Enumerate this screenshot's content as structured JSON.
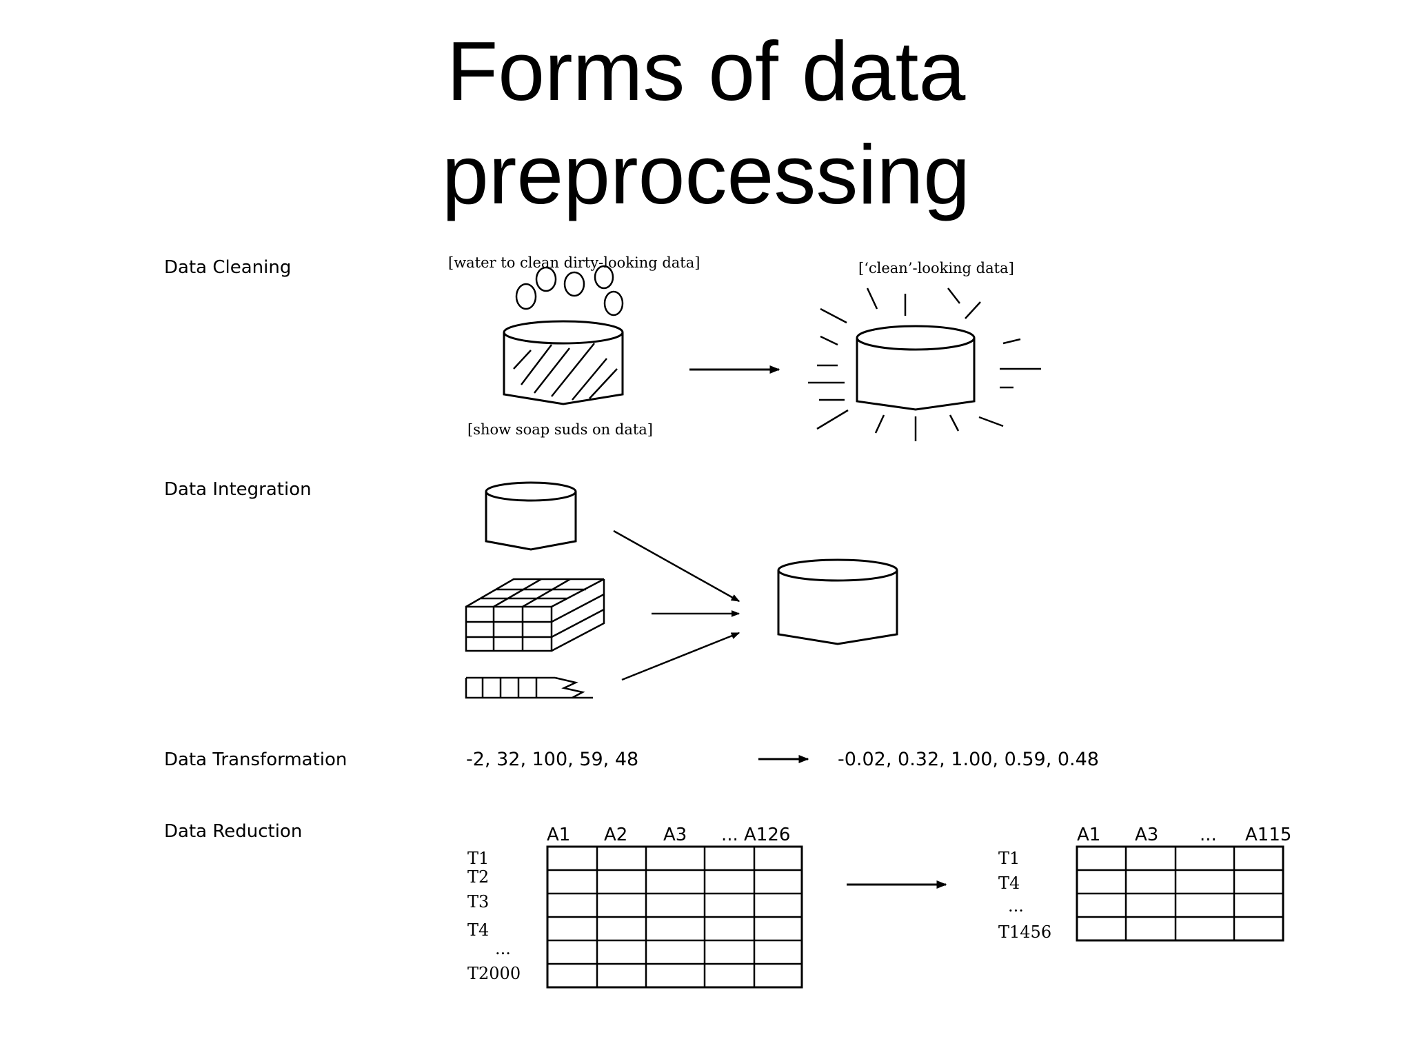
{
  "title": {
    "line1": "Forms of data",
    "line2": "preprocessing"
  },
  "sections": {
    "cleaning": {
      "label": "Data Cleaning",
      "caption_top": "[water to clean dirty-looking data]",
      "caption_bottom": "[show soap suds on data]",
      "caption_result": "[‘clean’-looking data]"
    },
    "integration": {
      "label": "Data Integration"
    },
    "transformation": {
      "label": "Data Transformation",
      "input": "-2, 32, 100, 59, 48",
      "output": "-0.02, 0.32, 1.00, 0.59, 0.48"
    },
    "reduction": {
      "label": "Data Reduction",
      "left_table": {
        "columns": [
          "A1",
          "A2",
          "A3",
          "... A126"
        ],
        "rows": [
          "T1",
          "T2",
          "T3",
          "T4",
          "...",
          "T2000"
        ]
      },
      "right_table": {
        "columns": [
          "A1",
          "A3",
          "...",
          "A115"
        ],
        "rows": [
          "T1",
          "T4",
          "...",
          "T1456"
        ]
      }
    }
  },
  "colors": {
    "background": "#ffffff",
    "ink": "#000000"
  },
  "icons": [
    "soap-bubble-icon",
    "dirty-database-icon",
    "clean-database-icon",
    "shine-ray-icon",
    "database-icon",
    "data-cube-icon",
    "flat-file-icon",
    "arrow-icon",
    "table-grid-icon"
  ]
}
